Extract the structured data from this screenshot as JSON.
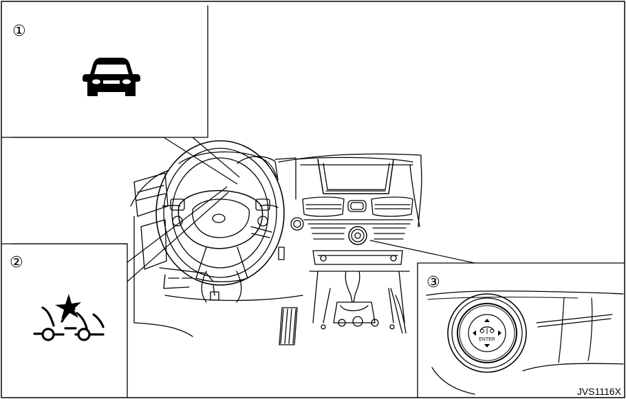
{
  "panels": {
    "panel1": {
      "number": "①",
      "icon": "vehicle-ahead-icon"
    },
    "panel2": {
      "number": "②",
      "icon": "forward-collision-warning-icon"
    },
    "panel3": {
      "number": "③",
      "icon": "infiniti-controller-icon",
      "button_label": "ENTER"
    }
  },
  "figure_code": "JVS1116X"
}
